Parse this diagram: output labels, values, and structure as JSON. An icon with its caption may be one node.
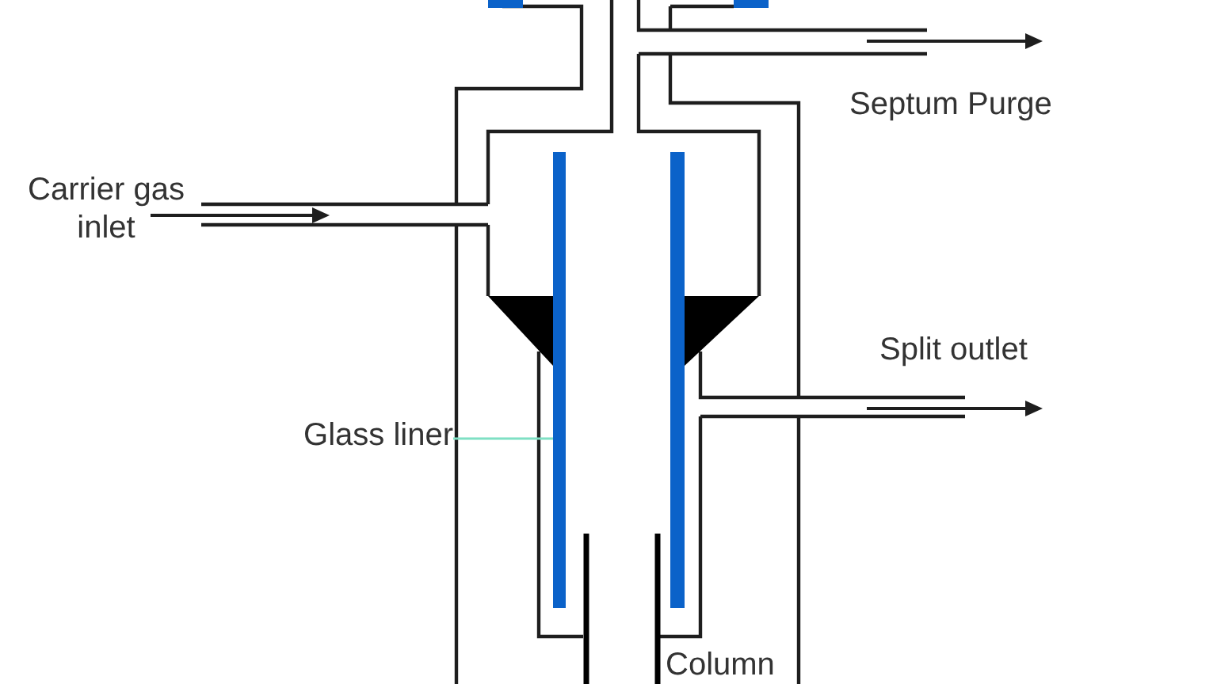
{
  "diagram": {
    "nodes": [
      {
        "text": [
          "Glass liner"
        ]
      },
      {
        "text": [],
        "shape": "bar"
      }
    ],
    "edges": [
      {
        "from": 0,
        "to": 1,
        "arrow": "none",
        "color": "#7fe0c4"
      }
    ],
    "labels": [
      "Septum Purge",
      "Carrier gas inlet",
      "Split outlet",
      "Column"
    ]
  }
}
